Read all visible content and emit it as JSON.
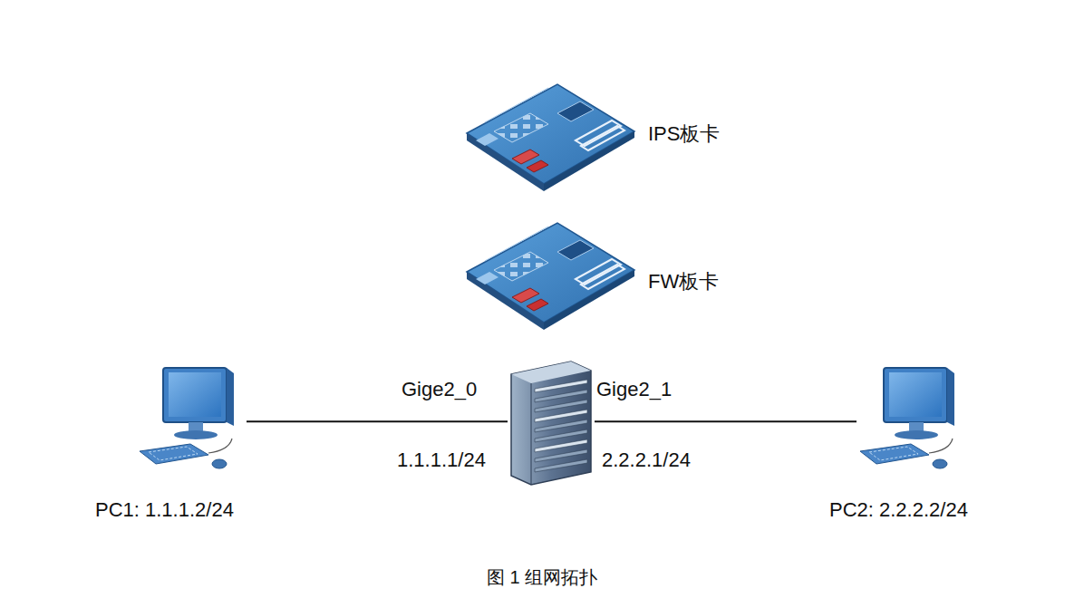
{
  "diagram": {
    "caption": "图 1  组网拓扑",
    "nodes": [
      {
        "text": [
          "IPS板卡"
        ]
      },
      {
        "text": [
          "FW板卡"
        ]
      },
      {
        "text": [
          "PC1: 1.1.1.2/24"
        ]
      },
      {
        "text": [
          "Gige2_0",
          "1.1.1.1/24",
          "Gige2_1",
          "2.2.2.1/24"
        ]
      },
      {
        "text": [
          "PC2: 2.2.2.2/24"
        ]
      }
    ],
    "edges": [
      {
        "from": 2,
        "to": 3,
        "arrow": "none"
      },
      {
        "from": 3,
        "to": 4,
        "arrow": "none"
      }
    ]
  }
}
